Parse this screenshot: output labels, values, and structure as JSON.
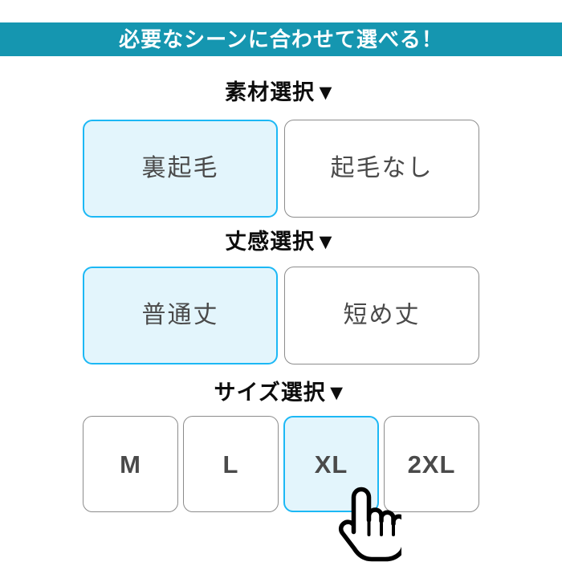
{
  "banner": {
    "title": "必要なシーンに合わせて選べる！",
    "background_color": "#1596B0",
    "text_color": "#FFFFFF"
  },
  "theme": {
    "selected_fill": "#E3F5FC",
    "selected_border": "#1CB8F5",
    "unselected_fill": "#FFFFFF",
    "unselected_border": "#8C8C8C",
    "option_text_color": "#4A4A4A",
    "title_text_color": "#0D0D0D"
  },
  "sections": [
    {
      "title": "素材選択▼",
      "name": "material-selection",
      "options": [
        {
          "label": "裏起毛",
          "selected": true
        },
        {
          "label": "起毛なし",
          "selected": false
        }
      ]
    },
    {
      "title": "丈感選択▼",
      "name": "length-selection",
      "options": [
        {
          "label": "普通丈",
          "selected": true
        },
        {
          "label": "短め丈",
          "selected": false
        }
      ]
    },
    {
      "title": "サイズ選択▼",
      "name": "size-selection",
      "options": [
        {
          "label": "M",
          "selected": false
        },
        {
          "label": "L",
          "selected": false
        },
        {
          "label": "XL",
          "selected": true
        },
        {
          "label": "2XL",
          "selected": false
        }
      ]
    }
  ],
  "cursor": {
    "icon": "pointing-hand-cursor",
    "target": "XL"
  }
}
